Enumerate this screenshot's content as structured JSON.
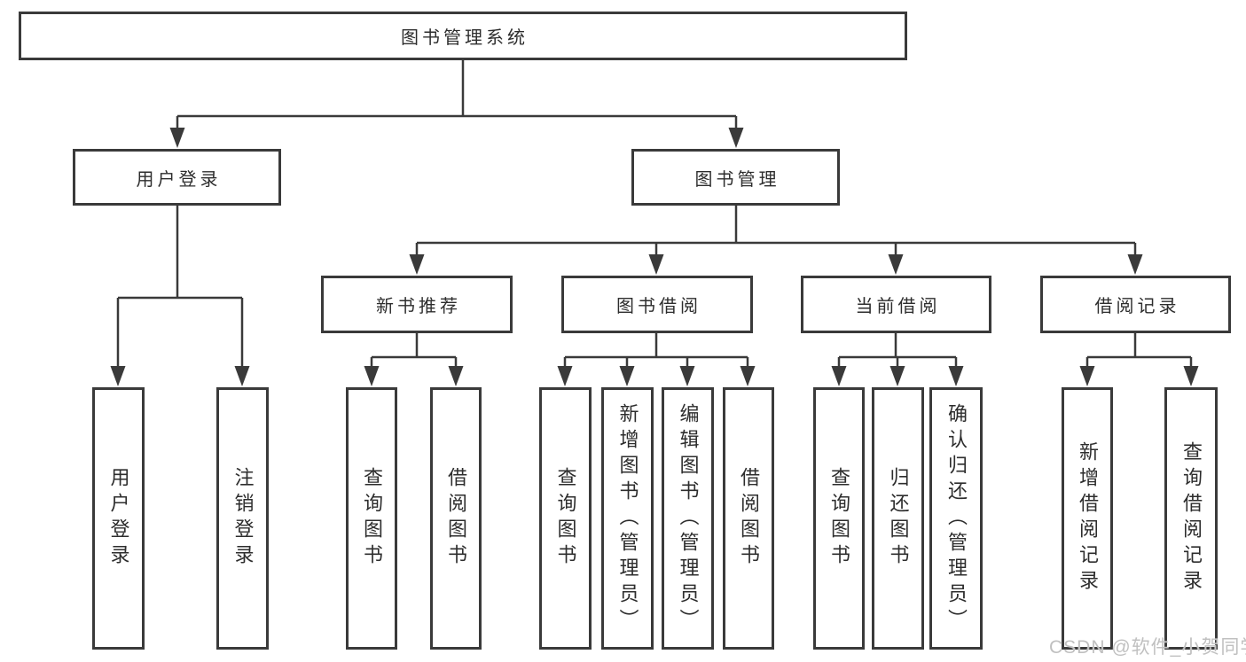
{
  "diagram_type": "hierarchy-flowchart",
  "colors": {
    "line": "#3a3a3a",
    "text": "#2d2d2d",
    "background": "#ffffff",
    "watermark": "#c0c0c0"
  },
  "tree": {
    "label": "图书管理系统",
    "children": [
      {
        "label": "用户登录",
        "children": [
          {
            "label": "用户登录"
          },
          {
            "label": "注销登录"
          }
        ]
      },
      {
        "label": "图书管理",
        "children": [
          {
            "label": "新书推荐",
            "children": [
              {
                "label": "查询图书"
              },
              {
                "label": "借阅图书"
              }
            ]
          },
          {
            "label": "图书借阅",
            "children": [
              {
                "label": "查询图书"
              },
              {
                "label": "新增图书（管理员）"
              },
              {
                "label": "编辑图书（管理员）"
              },
              {
                "label": "借阅图书"
              }
            ]
          },
          {
            "label": "当前借阅",
            "children": [
              {
                "label": "查询图书"
              },
              {
                "label": "归还图书"
              },
              {
                "label": "确认归还（管理员）"
              }
            ]
          },
          {
            "label": "借阅记录",
            "children": [
              {
                "label": "新增借阅记录"
              },
              {
                "label": "查询借阅记录"
              }
            ]
          }
        ]
      }
    ]
  },
  "watermark": "CSDN @软件_小贺同学"
}
